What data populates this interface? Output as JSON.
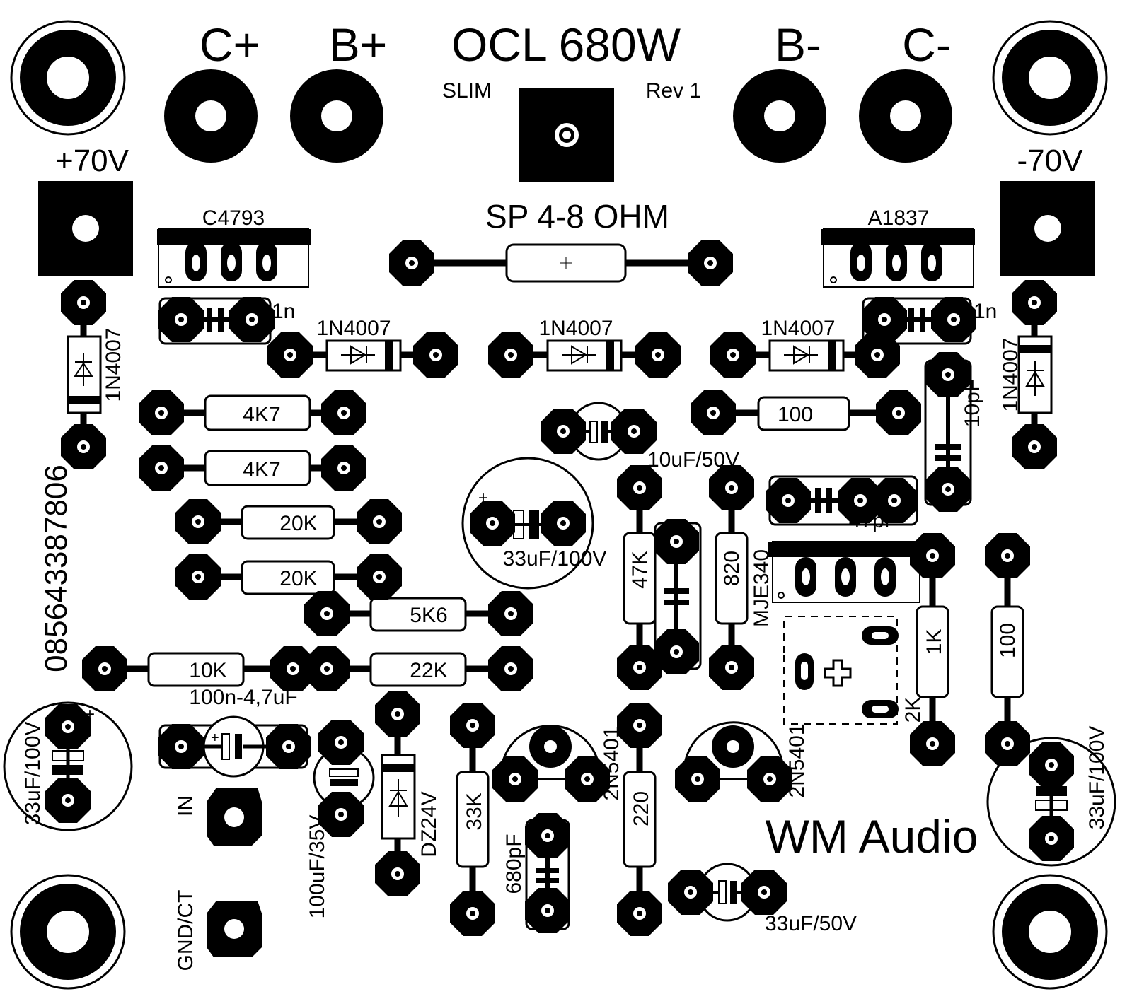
{
  "header": {
    "title": "OCL 680W",
    "subtitle_left": "SLIM",
    "subtitle_right": "Rev 1"
  },
  "terminals": {
    "c_plus": "C+",
    "b_plus": "B+",
    "b_minus": "B-",
    "c_minus": "C-",
    "pos_supply": "+70V",
    "neg_supply": "-70V",
    "speaker": "SP 4-8 OHM",
    "input": "IN",
    "ground": "GND/CT"
  },
  "transistors": {
    "npn_power": "C4793",
    "pnp_power": "A1837",
    "driver": "MJE340",
    "diff_pair_1": "2N5401",
    "diff_pair_2": "2N5401"
  },
  "diodes": {
    "d_left": "1N4007",
    "d_row_1": "1N4007",
    "d_row_2": "1N4007",
    "d_row_3": "1N4007",
    "d_right": "1N4007",
    "zener": "DZ24V"
  },
  "resistors": {
    "r_4k7_a": "4K7",
    "r_4k7_b": "4K7",
    "r_20k_a": "20K",
    "r_20k_b": "20K",
    "r_5k6": "5K6",
    "r_10k": "10K",
    "r_22k": "22K",
    "r_100_top": "100",
    "r_47k": "47K",
    "r_820": "820",
    "r_1k": "1K",
    "r_100_right": "100",
    "r_33k": "33K",
    "r_220": "220",
    "trimmer": "2K"
  },
  "capacitors": {
    "c_1n_left": "1n",
    "c_1n_right": "1n",
    "c_10pf": "10pF",
    "c_10uf": "10uF/50V",
    "c_33uf_center": "33uF/100V",
    "c_47pf": "47pF",
    "c_input": "100n-4,7uF",
    "c_33uf_left": "33uF/100V",
    "c_33uf_right": "33uF/100V",
    "c_100uf": "100uF/35V",
    "c_680pf": "680pF",
    "c_33uf_50v": "33uF/50V"
  },
  "credits": {
    "brand": "WM Audio",
    "phone": "085643387806"
  }
}
